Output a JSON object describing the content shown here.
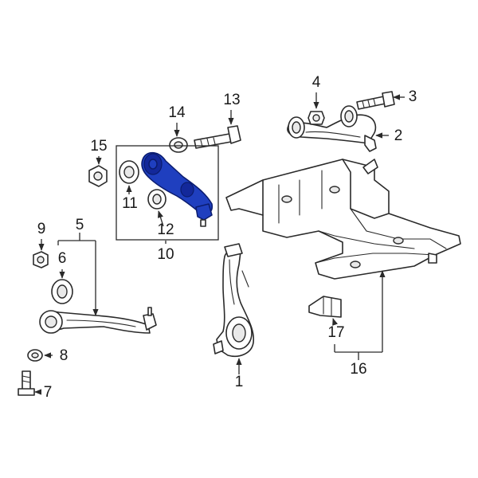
{
  "diagram": {
    "callouts": {
      "c1": "1",
      "c2": "2",
      "c3": "3",
      "c4": "4",
      "c5": "5",
      "c6": "6",
      "c7": "7",
      "c8": "8",
      "c9": "9",
      "c10": "10",
      "c11": "11",
      "c12": "12",
      "c13": "13",
      "c14": "14",
      "c15": "15",
      "c16": "16",
      "c17": "17"
    },
    "highlight_color": "#1f3fbf"
  }
}
